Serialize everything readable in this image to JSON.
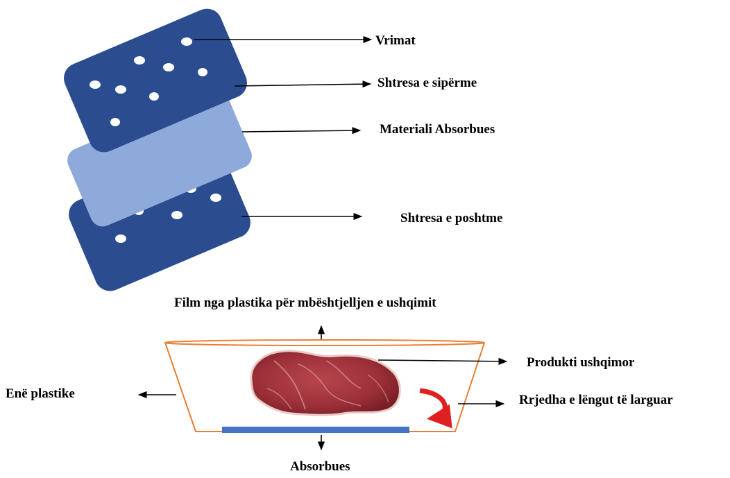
{
  "layers_diagram": {
    "labels": {
      "holes": "Vrimat",
      "top_layer": "Shtresa e sipërme",
      "absorbent_material": "Materiali Absorbues",
      "bottom_layer": "Shtresa e poshtme"
    },
    "colors": {
      "outer_layer": "#2b4d8f",
      "absorbent_layer": "#8eaadb",
      "holes": "#ffffff"
    }
  },
  "package_diagram": {
    "labels": {
      "film": "Film nga plastika për mbështjelljen e ushqimit",
      "food_product": "Produkti ushqimor",
      "plastic_tray": "Enë plastike",
      "liquid_flow": "Rrjedha e lëngut të larguar",
      "absorbent": "Absorbues"
    },
    "colors": {
      "tray_outline": "#ed7d31",
      "absorbent_pad": "#4472c4",
      "flow_arrow": "#e02020",
      "meat": "#9b2f38"
    }
  }
}
